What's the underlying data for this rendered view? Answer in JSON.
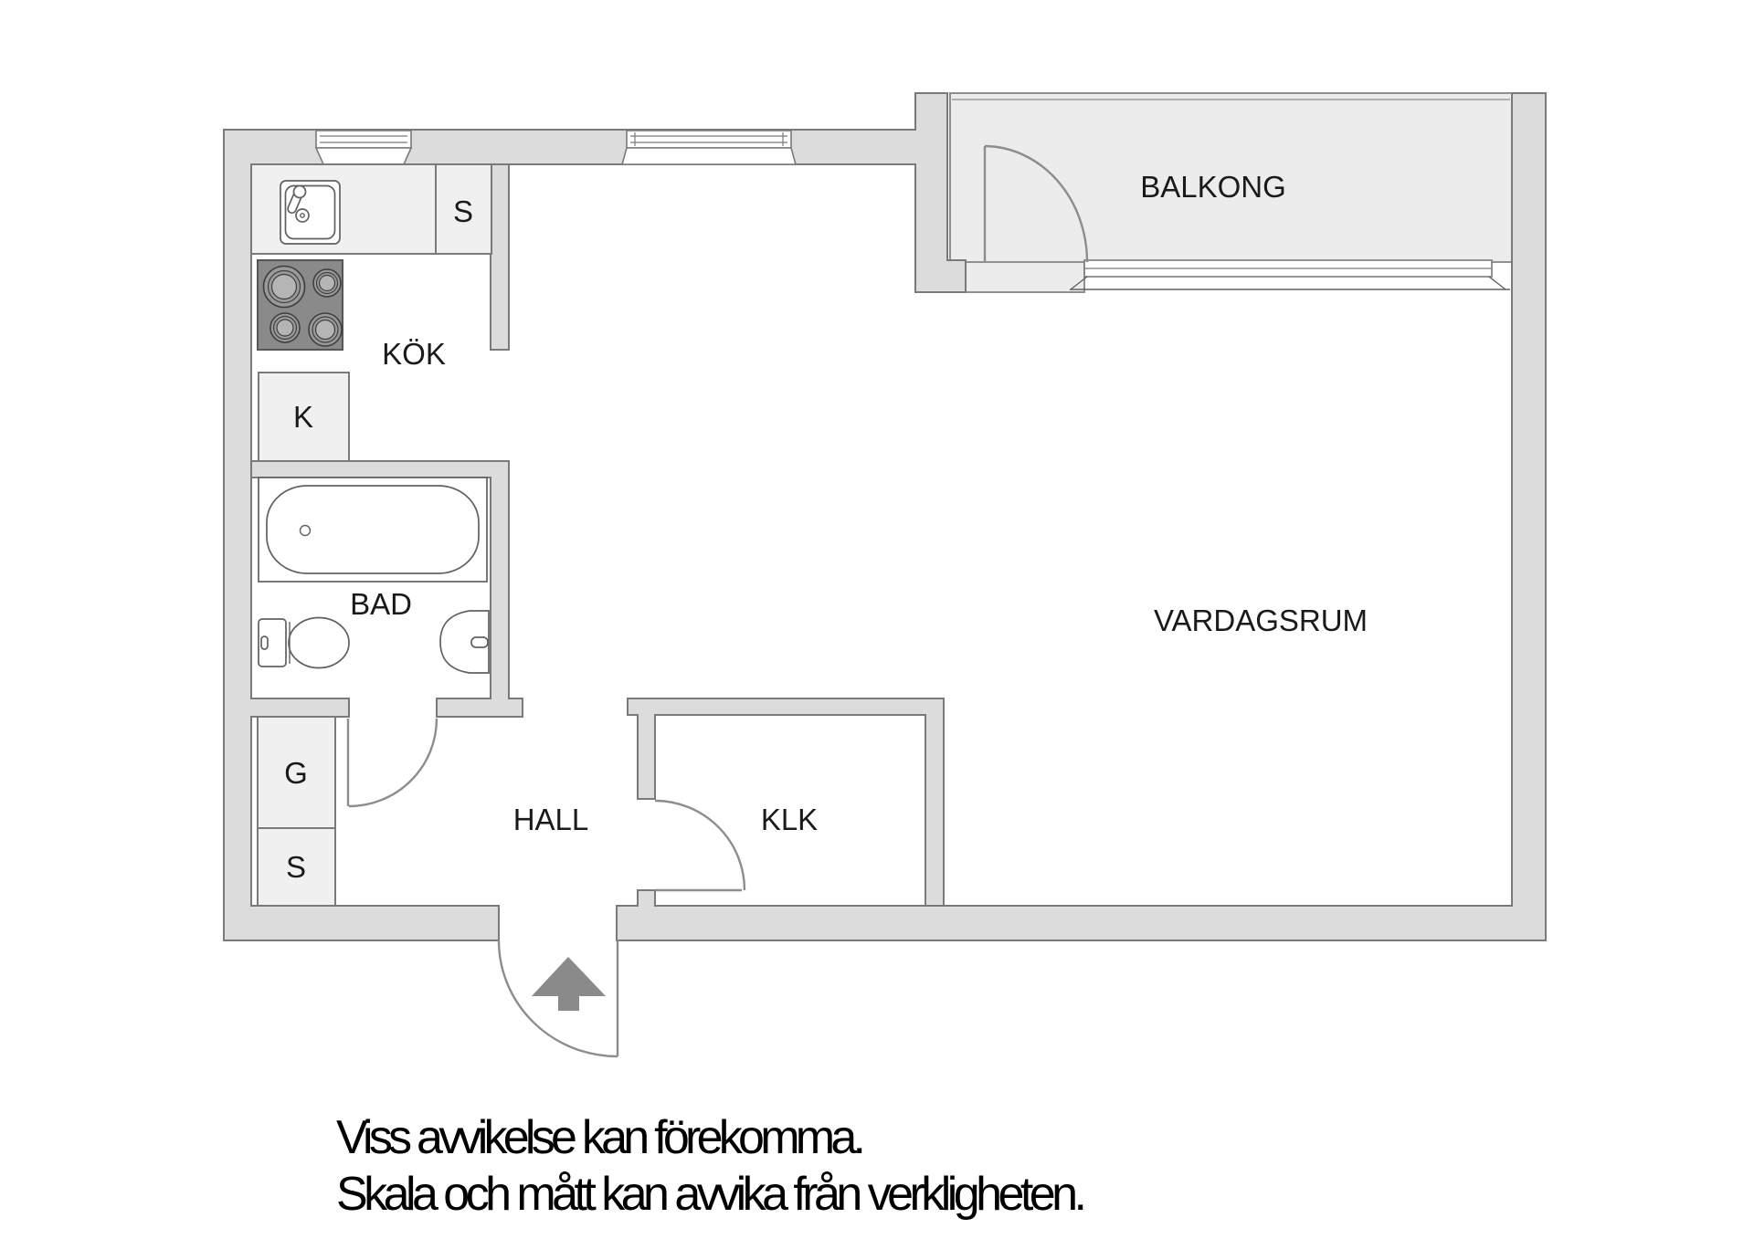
{
  "plan": {
    "rooms": {
      "balkong": "BALKONG",
      "kok": "KÖK",
      "vardagsrum": "VARDAGSRUM",
      "bad": "BAD",
      "hall": "HALL",
      "klk": "KLK"
    },
    "fixtures": {
      "s_kitchen": "S",
      "k_kitchen": "K",
      "g_closet": "G",
      "s_closet": "S"
    }
  },
  "disclaimer": {
    "line1": "Viss avvikelse kan förekomma.",
    "line2": "Skala och mått kan avvika från verkligheten."
  },
  "colors": {
    "wall_fill": "#dcdcdc",
    "wall_stroke": "#7a7a7a",
    "cabinet_fill": "#f0f0f0",
    "balcony_fill": "#ececec",
    "stove_fill": "#8a8a8a",
    "burner_fill": "#9a9a9a",
    "burner_inner": "#b5b5b5",
    "fixture_stroke": "#606060",
    "door_stroke": "#8d8d8d",
    "arrow_fill": "#8a8a8a",
    "label_color": "#1a1a1a",
    "disclaimer_color": "#000000"
  }
}
